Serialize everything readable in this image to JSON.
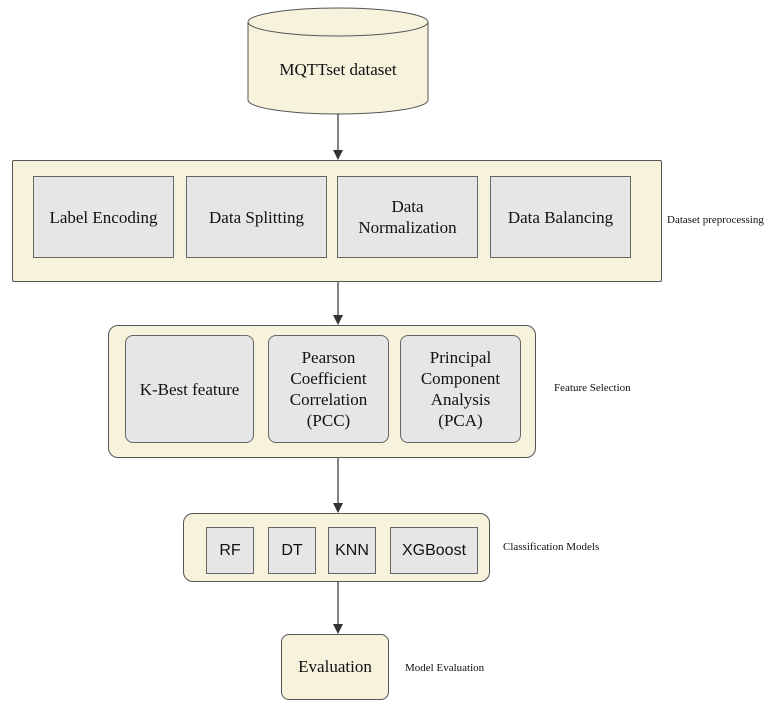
{
  "dataset": {
    "label": "MQTTset dataset"
  },
  "preprocessing": {
    "side_label": "Dataset preprocessing",
    "steps": [
      {
        "label": "Label Encoding"
      },
      {
        "label": "Data Splitting"
      },
      {
        "label": "Data\nNormalization"
      },
      {
        "label": "Data Balancing"
      }
    ]
  },
  "feature_selection": {
    "side_label": "Feature Selection",
    "methods": [
      {
        "label": "K-Best feature"
      },
      {
        "label": "Pearson\nCoefficient\nCorrelation\n(PCC)"
      },
      {
        "label": "Principal\nComponent\nAnalysis\n(PCA)"
      }
    ]
  },
  "classification": {
    "side_label": "Classification Models",
    "models": [
      {
        "label": "RF"
      },
      {
        "label": "DT"
      },
      {
        "label": "KNN"
      },
      {
        "label": "XGBoost"
      }
    ]
  },
  "evaluation": {
    "label": "Evaluation",
    "side_label": "Model Evaluation"
  }
}
